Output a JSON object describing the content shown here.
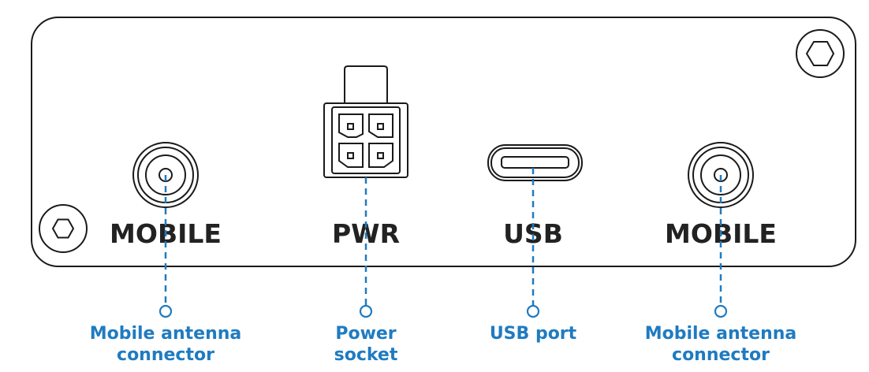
{
  "panel": {
    "ports": [
      {
        "id": "mobile-1",
        "label": "MOBILE",
        "type": "antenna"
      },
      {
        "id": "pwr",
        "label": "PWR",
        "type": "power"
      },
      {
        "id": "usb",
        "label": "USB",
        "type": "usb-c"
      },
      {
        "id": "mobile-2",
        "label": "MOBILE",
        "type": "antenna"
      }
    ]
  },
  "callouts": [
    {
      "line1": "Mobile antenna",
      "line2": "connector"
    },
    {
      "line1": "Power",
      "line2": "socket"
    },
    {
      "line1": "USB port",
      "line2": ""
    },
    {
      "line1": "Mobile antenna",
      "line2": "connector"
    }
  ],
  "colors": {
    "callout": "#1f7bc1",
    "outline": "#1a1a1a",
    "label": "#222222"
  }
}
